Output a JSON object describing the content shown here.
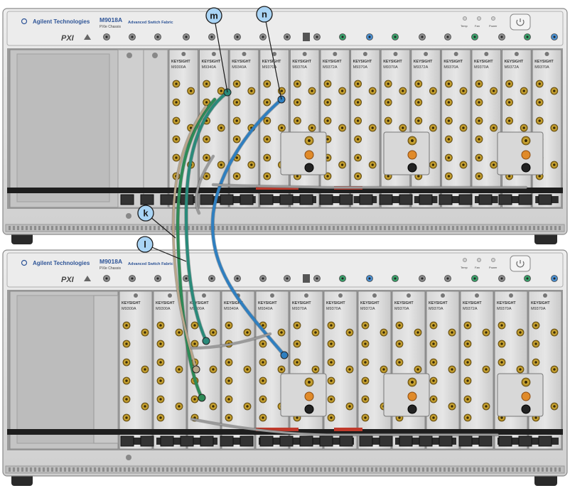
{
  "chassis": [
    {
      "brand": "Agilent Technologies",
      "model": "M9018A",
      "model_sub": "PXIe Chassis",
      "fabric": "Advanced Switch Fabric",
      "pxi": "PXI",
      "status": [
        "Temp",
        "Fan",
        "Power"
      ],
      "modules": [
        {
          "brand": "KEYSIGHT",
          "model": "M9300A"
        },
        {
          "brand": "KEYSIGHT",
          "model": "M9340A"
        },
        {
          "brand": "KEYSIGHT",
          "model": "M9340A"
        },
        {
          "brand": "KEYSIGHT",
          "model": "M9370A"
        },
        {
          "brand": "KEYSIGHT",
          "model": "M9370A"
        },
        {
          "brand": "KEYSIGHT",
          "model": "M9372A"
        },
        {
          "brand": "KEYSIGHT",
          "model": "M9370A"
        },
        {
          "brand": "KEYSIGHT",
          "model": "M9370A"
        },
        {
          "brand": "KEYSIGHT",
          "model": "M9372A"
        },
        {
          "brand": "KEYSIGHT",
          "model": "M9370A"
        },
        {
          "brand": "KEYSIGHT",
          "model": "M9370A"
        },
        {
          "brand": "KEYSIGHT",
          "model": "M9372A"
        },
        {
          "brand": "KEYSIGHT",
          "model": "M9370A"
        }
      ]
    },
    {
      "brand": "Agilent Technologies",
      "model": "M9018A",
      "model_sub": "PXIe Chassis",
      "fabric": "Advanced Switch Fabric",
      "pxi": "PXI",
      "status": [
        "Temp",
        "Fan",
        "Power"
      ],
      "modules": [
        {
          "brand": "KEYSIGHT",
          "model": "M9300A"
        },
        {
          "brand": "KEYSIGHT",
          "model": "M9300A"
        },
        {
          "brand": "KEYSIGHT",
          "model": "M9300A"
        },
        {
          "brand": "KEYSIGHT",
          "model": "M9340A"
        },
        {
          "brand": "KEYSIGHT",
          "model": "M9340A"
        },
        {
          "brand": "KEYSIGHT",
          "model": "M9370A"
        },
        {
          "brand": "KEYSIGHT",
          "model": "M9370A"
        },
        {
          "brand": "KEYSIGHT",
          "model": "M9372A"
        },
        {
          "brand": "KEYSIGHT",
          "model": "M9370A"
        },
        {
          "brand": "KEYSIGHT",
          "model": "M9370A"
        },
        {
          "brand": "KEYSIGHT",
          "model": "M9372A"
        },
        {
          "brand": "KEYSIGHT",
          "model": "M9370A"
        },
        {
          "brand": "KEYSIGHT",
          "model": "M9370A"
        }
      ]
    }
  ],
  "callouts": [
    {
      "id": "m",
      "label": "m"
    },
    {
      "id": "n",
      "label": "n"
    },
    {
      "id": "k",
      "label": "k"
    },
    {
      "id": "l",
      "label": "l"
    }
  ],
  "colors": {
    "chassis_bg": "#d9d9d9",
    "panel": "#c8c8c8",
    "blank": "#bdbdbd",
    "connector": "#c9a227",
    "cable_blue": "#2f7fc0",
    "cable_green": "#2e8b57",
    "cable_teal": "#2a8a7a",
    "cable_tan": "#b8a58a",
    "cable_gray": "#9a9a9a",
    "red_bar": "#c0392b",
    "callout_fill": "#a9d4f5",
    "callout_stroke": "#1a1a1a"
  }
}
